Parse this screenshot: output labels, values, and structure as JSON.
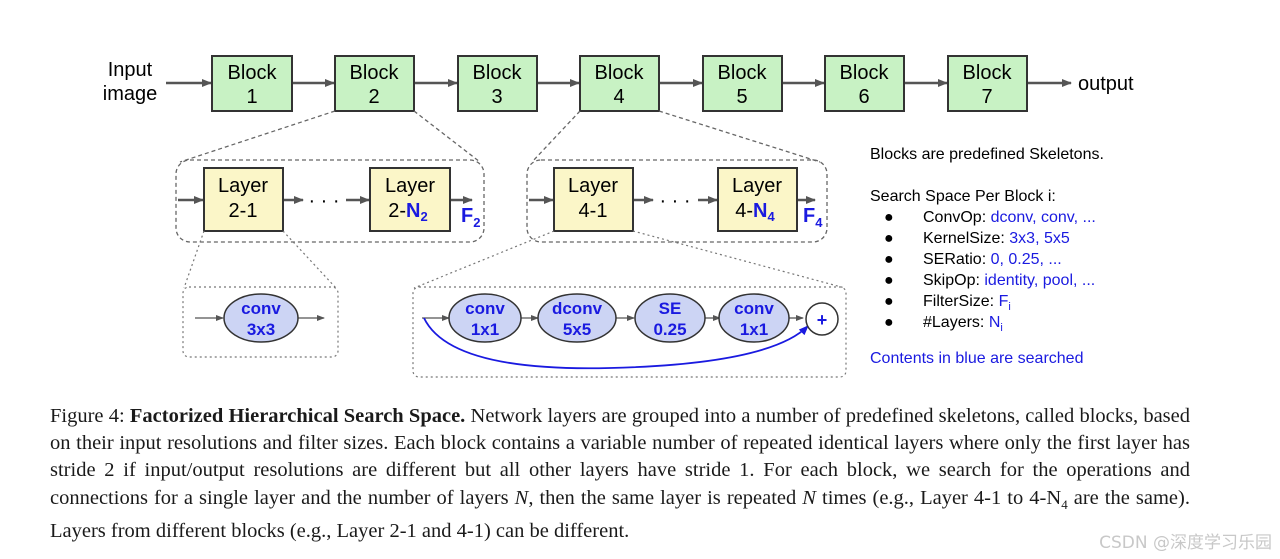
{
  "top": {
    "input_line1": "Input",
    "input_line2": "image",
    "output": "output",
    "blocks": [
      {
        "l1": "Block",
        "l2": "1"
      },
      {
        "l1": "Block",
        "l2": "2"
      },
      {
        "l1": "Block",
        "l2": "3"
      },
      {
        "l1": "Block",
        "l2": "4"
      },
      {
        "l1": "Block",
        "l2": "5"
      },
      {
        "l1": "Block",
        "l2": "6"
      },
      {
        "l1": "Block",
        "l2": "7"
      }
    ]
  },
  "group2": {
    "first_l1": "Layer",
    "first_l2": "2-1",
    "last_l1": "Layer",
    "last_l2_prefix": "2-",
    "last_l2_var": "N",
    "last_l2_sub": "2",
    "dots": "· · ·",
    "filter_var": "F",
    "filter_sub": "2"
  },
  "group4": {
    "first_l1": "Layer",
    "first_l2": "4-1",
    "last_l1": "Layer",
    "last_l2_prefix": "4-",
    "last_l2_var": "N",
    "last_l2_sub": "4",
    "dots": "· · ·",
    "filter_var": "F",
    "filter_sub": "4"
  },
  "detail2": {
    "op_l1": "conv",
    "op_l2": "3x3"
  },
  "detail4": {
    "ops": [
      {
        "l1": "conv",
        "l2": "1x1"
      },
      {
        "l1": "dconv",
        "l2": "5x5"
      },
      {
        "l1": "SE",
        "l2": "0.25"
      },
      {
        "l1": "conv",
        "l2": "1x1"
      }
    ],
    "plus": "+"
  },
  "side": {
    "heading": "Blocks are predefined Skeletons.",
    "subheading": "Search Space Per Block i:",
    "items": [
      {
        "label": "ConvOp: ",
        "value": "dconv, conv, ..."
      },
      {
        "label": "KernelSize: ",
        "value": "3x3, 5x5"
      },
      {
        "label": "SERatio: ",
        "value": "0, 0.25, ..."
      },
      {
        "label": "SkipOp: ",
        "value": "identity, pool, ..."
      },
      {
        "label": "FilterSize: ",
        "value": "F",
        "sub": "i"
      },
      {
        "label": "#Layers: ",
        "value": "N",
        "sub": "i"
      }
    ],
    "bullet": "●",
    "note": "Contents in blue are searched"
  },
  "caption": {
    "label": "Figure 4: ",
    "title": "Factorized Hierarchical Search Space.",
    "t1": " Network layers are grouped into a number of predefined skeletons, called blocks, based on their input resolutions and filter sizes. Each block contains a variable number of repeated identical layers where only the first layer has stride 2 if input/output resolutions are different but all other layers have stride 1. For each block, we search for the operations and connections for a single layer and the number of layers ",
    "n1": "N",
    "t2": ", then the same layer is repeated ",
    "n2": "N",
    "t3": " times (e.g., Layer 4-1 to 4-N",
    "sub4": "4",
    "t4": " are the same). Layers from different blocks (e.g., Layer 2-1 and 4-1) can be different."
  },
  "watermark": "CSDN @深度学习乐园",
  "colors": {
    "block_fill": "#c8f2c4",
    "layer_fill": "#fbf6c8",
    "op_fill": "#ccd4f4",
    "blue_text": "#1a1ae0",
    "arrow": "#555555"
  }
}
